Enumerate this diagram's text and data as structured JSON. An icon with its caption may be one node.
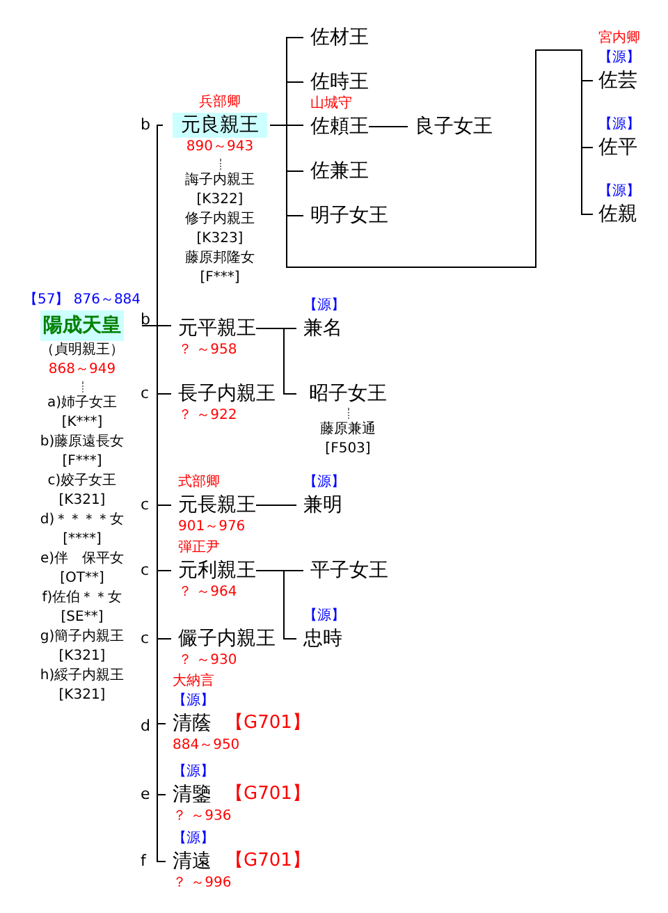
{
  "diagram": {
    "nodes": [
      {
        "text": [
          "【57】 876～884",
          "陽成天皇",
          "（貞明親王）",
          "868～949"
        ],
        "beside": [
          "a)姉子女王",
          "[K***]",
          "b)藤原遠長女",
          "[F***]",
          "c)姣子女王",
          "[K321]",
          "d)＊＊＊＊女",
          "[****]",
          "e)伴　保平女",
          "[OT**]",
          "f)佐伯＊＊女",
          "[SE**]",
          "g)簡子内親王",
          "[K321]",
          "h)綏子内親王",
          "[K321]"
        ]
      },
      {
        "text": [
          "兵部卿",
          "元良親王",
          "890～943"
        ],
        "beside": [
          "誨子内親王",
          "[K322]",
          "修子内親王",
          "[K323]",
          "藤原邦隆女",
          "[F***]"
        ]
      },
      {
        "text": [
          "佐材王"
        ]
      },
      {
        "text": [
          "佐時王"
        ]
      },
      {
        "text": [
          "山城守",
          "佐頼王"
        ]
      },
      {
        "text": [
          "良子女王"
        ]
      },
      {
        "text": [
          "佐兼王"
        ]
      },
      {
        "text": [
          "明子女王"
        ]
      },
      {
        "text": [
          "宮内卿",
          "【源】",
          "佐芸"
        ]
      },
      {
        "text": [
          "【源】",
          "佐平"
        ]
      },
      {
        "text": [
          "【源】",
          "佐親"
        ]
      },
      {
        "text": [
          "元平親王",
          "？ ～958"
        ]
      },
      {
        "text": [
          "【源】",
          "兼名"
        ]
      },
      {
        "text": [
          "昭子女王"
        ],
        "beside": [
          "藤原兼通",
          "[F503]"
        ]
      },
      {
        "text": [
          "長子内親王",
          "？ ～922"
        ]
      },
      {
        "text": [
          "式部卿",
          "元長親王",
          "901～976"
        ]
      },
      {
        "text": [
          "【源】",
          "兼明"
        ]
      },
      {
        "text": [
          "弾正尹",
          "元利親王",
          "？ ～964"
        ]
      },
      {
        "text": [
          "平子女王"
        ]
      },
      {
        "text": [
          "【源】",
          "忠時"
        ]
      },
      {
        "text": [
          "儼子内親王",
          "？ ～930"
        ]
      },
      {
        "text": [
          "大納言",
          "【源】",
          "清蔭",
          "884～950"
        ],
        "beside": [
          "【G701】"
        ]
      },
      {
        "text": [
          "【源】",
          "清鑒",
          "？ ～936"
        ],
        "beside": [
          "【G701】"
        ]
      },
      {
        "text": [
          "【源】",
          "清遠",
          "？ ～996"
        ],
        "beside": [
          "【G701】"
        ]
      }
    ],
    "edges": [
      {
        "from": 0,
        "to": 1,
        "arrow": "none"
      },
      {
        "from": 0,
        "to": 11,
        "arrow": "none"
      },
      {
        "from": 0,
        "to": 14,
        "arrow": "none"
      },
      {
        "from": 0,
        "to": 15,
        "arrow": "none"
      },
      {
        "from": 0,
        "to": 17,
        "arrow": "none"
      },
      {
        "from": 0,
        "to": 20,
        "arrow": "none"
      },
      {
        "from": 0,
        "to": 21,
        "arrow": "none"
      },
      {
        "from": 0,
        "to": 22,
        "arrow": "none"
      },
      {
        "from": 0,
        "to": 23,
        "arrow": "none"
      },
      {
        "from": 1,
        "to": 2,
        "arrow": "none"
      },
      {
        "from": 1,
        "to": 3,
        "arrow": "none"
      },
      {
        "from": 1,
        "to": 4,
        "arrow": "none"
      },
      {
        "from": 1,
        "to": 6,
        "arrow": "none"
      },
      {
        "from": 1,
        "to": 7,
        "arrow": "none"
      },
      {
        "from": 1,
        "to": 8,
        "arrow": "none"
      },
      {
        "from": 1,
        "to": 9,
        "arrow": "none"
      },
      {
        "from": 1,
        "to": 10,
        "arrow": "none"
      },
      {
        "from": 4,
        "to": 5,
        "arrow": "none"
      },
      {
        "from": 11,
        "to": 12,
        "arrow": "none"
      },
      {
        "from": 11,
        "to": 13,
        "arrow": "none"
      },
      {
        "from": 15,
        "to": 16,
        "arrow": "none"
      },
      {
        "from": 17,
        "to": 18,
        "arrow": "none"
      },
      {
        "from": 17,
        "to": 19,
        "arrow": "none"
      }
    ],
    "labels": [
      "b",
      "b",
      "c",
      "c",
      "c",
      "c",
      "d",
      "e",
      "f"
    ]
  }
}
